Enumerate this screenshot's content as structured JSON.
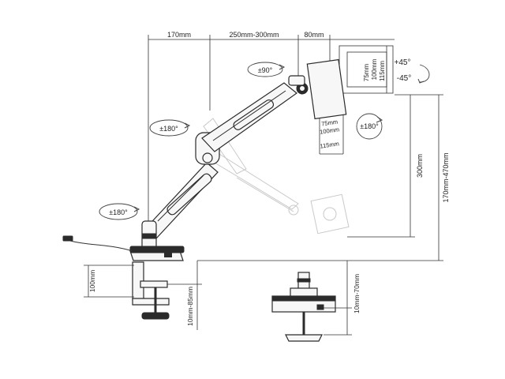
{
  "dimensions": {
    "d170": "170mm",
    "d250_300": "250mm-300mm",
    "d80": "80mm",
    "d115": "115mm",
    "d100": "100mm",
    "d75": "75mm",
    "vesa75": "75mm",
    "vesa100": "100mm",
    "vesa115": "115mm",
    "d300": "300mm",
    "d170_470": "170mm-470mm",
    "clamp100": "100mm",
    "clamp10_85": "10mm-85mm",
    "grommet10_70": "10mm-70mm"
  },
  "rotations": {
    "tilt_up": "+45°",
    "tilt_down": "-45°",
    "swivel_head": "±90°",
    "rotate_screen": "±180°",
    "arm_upper": "±180°",
    "arm_lower": "±180°"
  }
}
